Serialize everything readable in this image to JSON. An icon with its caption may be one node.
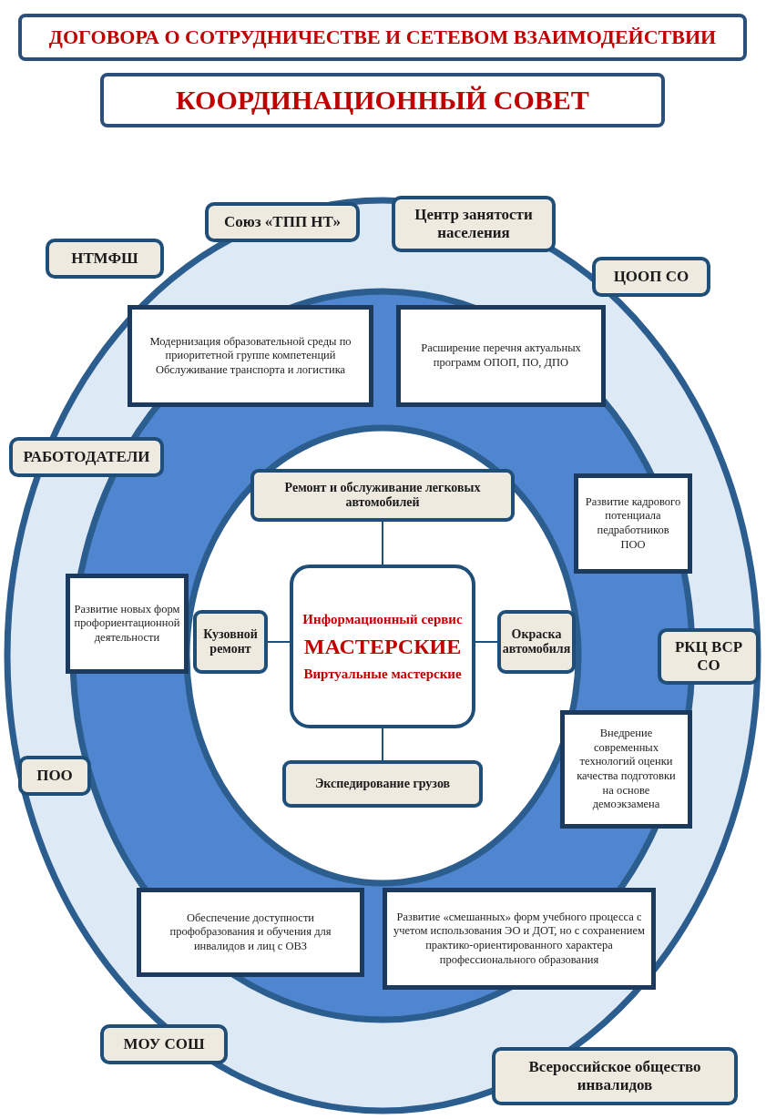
{
  "diagram": {
    "nodes": [
      {
        "text": [
          "ДОГОВОРА О СОТРУДНИЧЕСТВЕ И СЕТЕВОМ ВЗАИМОДЕЙСТВИИ"
        ]
      },
      {
        "text": [
          "КООРДИНАЦИОННЫЙ СОВЕТ"
        ]
      },
      {
        "text": [
          "НТМФШ"
        ]
      },
      {
        "text": [
          "Союз «ТПП НТ»"
        ]
      },
      {
        "text": [
          "Центр занятости населения"
        ]
      },
      {
        "text": [
          "ЦООП СО"
        ]
      },
      {
        "text": [
          "РАБОТОДАТЕЛИ"
        ]
      },
      {
        "text": [
          "РКЦ ВСР СО"
        ]
      },
      {
        "text": [
          "ПОО"
        ]
      },
      {
        "text": [
          "МОУ СОШ"
        ]
      },
      {
        "text": [
          "Всероссийское общество инвалидов"
        ]
      },
      {
        "text": [
          "Модернизация образовательной среды по приоритетной группе компетенций Обслуживание транспорта и логистика"
        ]
      },
      {
        "text": [
          "Расширение перечня актуальных программ ОПОП, ПО, ДПО"
        ]
      },
      {
        "text": [
          "Развитие кадрового потенциала педработников ПОО"
        ]
      },
      {
        "text": [
          "Внедрение современных технологий оценки качества подготовки на основе демоэкзамена"
        ]
      },
      {
        "text": [
          "Развитие «смешанных» форм учебного процесса с учетом использования ЭО и ДОТ, но с сохранением практико-ориентированного характера профессионального образования"
        ]
      },
      {
        "text": [
          "Обеспечение доступности профобразования и обучения для инвалидов и лиц с ОВЗ"
        ]
      },
      {
        "text": [
          "Развитие новых форм профориентационной деятельности"
        ]
      },
      {
        "text": [
          "Ремонт и обслуживание легковых автомобилей"
        ]
      },
      {
        "text": [
          "Кузовной ремонт"
        ]
      },
      {
        "text": [
          "Информационный сервис",
          "МАСТЕРСКИЕ",
          "Виртуальные мастерские"
        ]
      },
      {
        "text": [
          "Окраска автомобиля"
        ]
      },
      {
        "text": [
          "Экспедирование грузов"
        ]
      }
    ],
    "edges": [
      {
        "from": 20,
        "to": 18,
        "arrow": "none"
      },
      {
        "from": 20,
        "to": 19,
        "arrow": "none"
      },
      {
        "from": 20,
        "to": 21,
        "arrow": "none"
      },
      {
        "from": 20,
        "to": 22,
        "arrow": "none"
      }
    ]
  }
}
